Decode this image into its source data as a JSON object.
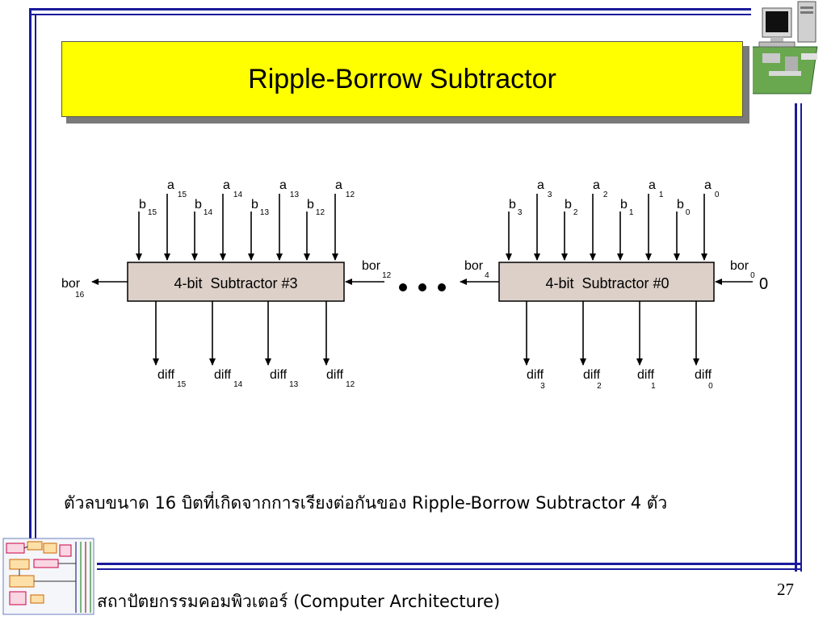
{
  "slide": {
    "title": "Ripple-Borrow Subtractor",
    "caption": "ตัวลบขนาด 16 บิตที่เกิดจากการเรียงต่อกันของ Ripple-Borrow Subtractor 4 ตัว",
    "footer": "สถาปัตยกรรมคอมพิวเตอร์ (Computer Architecture)",
    "page_number": "27"
  },
  "diagram": {
    "left_block": {
      "label": "4-bit  Subtractor #3",
      "inputs": [
        {
          "b": "b",
          "b_sub": "15",
          "a": "a",
          "a_sub": "15"
        },
        {
          "b": "b",
          "b_sub": "14",
          "a": "a",
          "a_sub": "14"
        },
        {
          "b": "b",
          "b_sub": "13",
          "a": "a",
          "a_sub": "13"
        },
        {
          "b": "b",
          "b_sub": "12",
          "a": "a",
          "a_sub": "12"
        }
      ],
      "outputs": [
        {
          "label": "diff",
          "sub": "15"
        },
        {
          "label": "diff",
          "sub": "14"
        },
        {
          "label": "diff",
          "sub": "13"
        },
        {
          "label": "diff",
          "sub": "12"
        }
      ],
      "borrow_out": {
        "label": "bor",
        "sub": "16"
      },
      "borrow_in": {
        "label": "bor",
        "sub": "12"
      }
    },
    "right_block": {
      "label": "4-bit  Subtractor #0",
      "inputs": [
        {
          "b": "b",
          "b_sub": "3",
          "a": "a",
          "a_sub": "3"
        },
        {
          "b": "b",
          "b_sub": "2",
          "a": "a",
          "a_sub": "2"
        },
        {
          "b": "b",
          "b_sub": "1",
          "a": "a",
          "a_sub": "1"
        },
        {
          "b": "b",
          "b_sub": "0",
          "a": "a",
          "a_sub": "0"
        }
      ],
      "outputs": [
        {
          "label": "diff",
          "sub": "3"
        },
        {
          "label": "diff",
          "sub": "2"
        },
        {
          "label": "diff",
          "sub": "1"
        },
        {
          "label": "diff",
          "sub": "0"
        }
      ],
      "borrow_out": {
        "label": "bor",
        "sub": "4"
      },
      "borrow_in": {
        "label": "bor",
        "sub": "0",
        "value": "0"
      }
    },
    "ellipsis": "• • •",
    "colors": {
      "block_fill": "#dcd0c8",
      "line": "#000000",
      "title_fill": "#ffff00",
      "frame": "#1a1a9c"
    }
  }
}
